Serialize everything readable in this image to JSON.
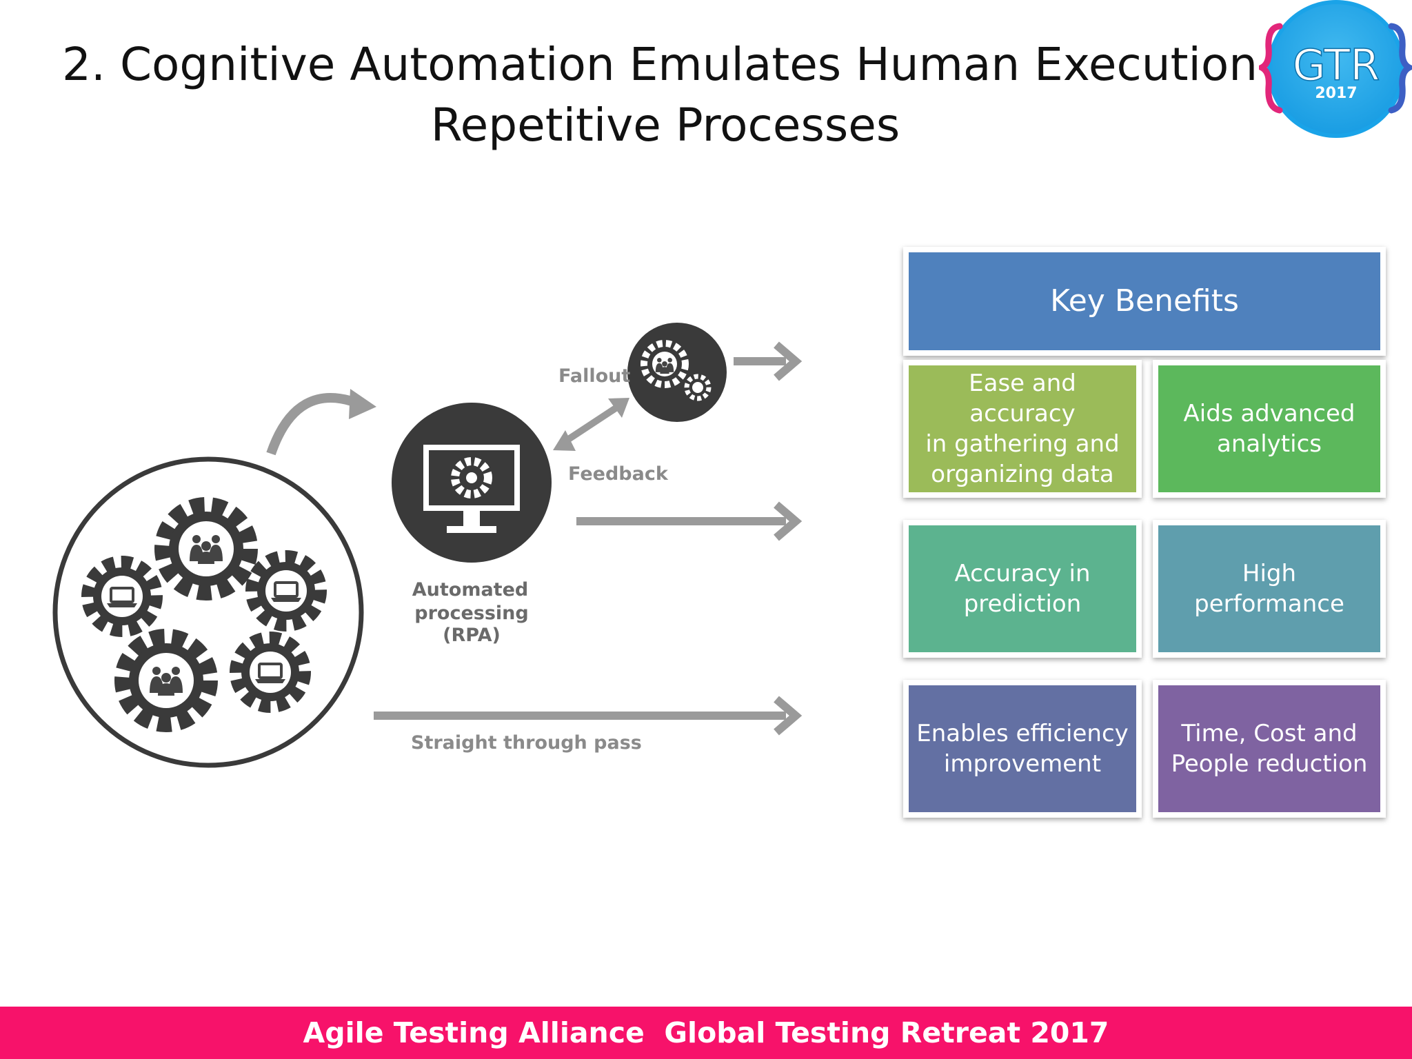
{
  "title": {
    "line1": "2. Cognitive Automation Emulates Human Execution for",
    "line2": "Repetitive Processes"
  },
  "logo": {
    "text": "GTR",
    "year": "2017",
    "colors": {
      "circle": "#1aa3e8",
      "brace_left": "#e2267a",
      "brace_right": "#3d5fc4"
    }
  },
  "diagram": {
    "fallout_label": "Fallout",
    "feedback_label": "Feedback",
    "rpa_label": [
      "Automated",
      "processing",
      "(RPA)"
    ],
    "straight_label": "Straight through pass",
    "icons": [
      "people-gear-icon",
      "laptop-gear-icon",
      "monitor-gear-icon",
      "fallout-gears-icon"
    ]
  },
  "benefits": {
    "header": "Key Benefits",
    "items": [
      {
        "lines": [
          "Ease and accuracy",
          "in gathering and",
          "organizing data"
        ],
        "color": "#9bbb59"
      },
      {
        "lines": [
          "Aids advanced",
          "analytics"
        ],
        "color": "#5cb85c"
      },
      {
        "lines": [
          "Accuracy in",
          "prediction"
        ],
        "color": "#5cb38f"
      },
      {
        "lines": [
          "High performance"
        ],
        "color": "#5f9ead"
      },
      {
        "lines": [
          "Enables efficiency",
          "improvement"
        ],
        "color": "#6370a3"
      },
      {
        "lines": [
          "Time, Cost and",
          "People reduction"
        ],
        "color": "#7f63a1"
      }
    ],
    "header_color": "#4f81bd"
  },
  "footer": {
    "text": "Agile Testing Alliance  Global Testing Retreat 2017",
    "color": "#f7126a"
  }
}
